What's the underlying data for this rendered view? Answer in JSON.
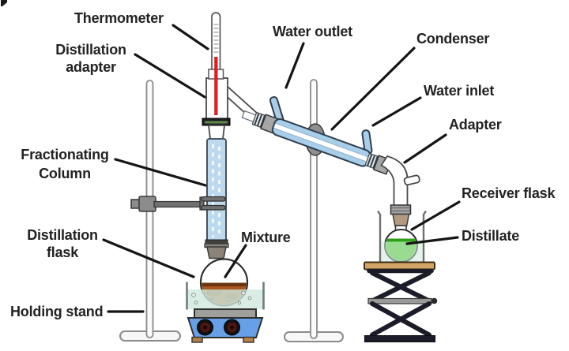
{
  "labels": {
    "thermometer": "Thermometer",
    "distillation_adapter": {
      "line1": "Distillation",
      "line2": "adapter"
    },
    "water_outlet": "Water outlet",
    "condenser": "Condenser",
    "water_inlet": "Water inlet",
    "adapter": "Adapter",
    "fractionating_column": {
      "line1": "Fractionating",
      "line2": "Column"
    },
    "distillation_flask": {
      "line1": "Distillation",
      "line2": "flask"
    },
    "mixture": "Mixture",
    "holding_stand": "Holding stand",
    "receiver_flask": "Receiver flask",
    "distillate": "Distillate"
  },
  "colors": {
    "condenser_blue": "#a9cee9",
    "column_blue": "#bdd9ee",
    "thermometer_red": "#e11e1e",
    "mixture_brown": "#a8571e",
    "distillate_green": "#58cd36",
    "water_teal": "#cfe9dd",
    "hotplate_blue": "#68a0e8",
    "wood_tan": "#d2a566",
    "jack_black": "#1c1c28",
    "label_ink": "#222222"
  }
}
